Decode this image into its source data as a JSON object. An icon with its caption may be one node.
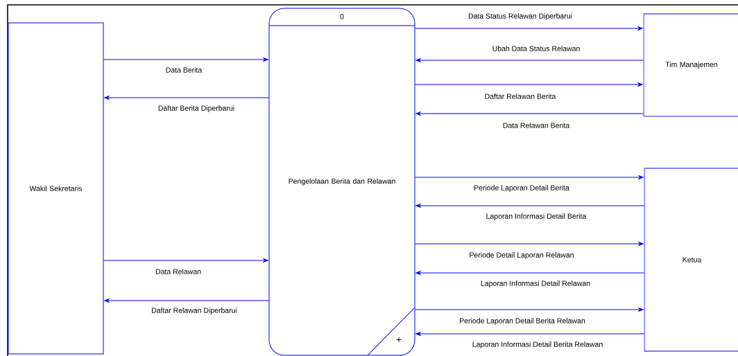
{
  "diagram": {
    "nodes": [
      {
        "text": [
          "Wakil Sekretaris"
        ]
      },
      {
        "text": [
          "0",
          "Pengelolaan Berita dan Relawan"
        ]
      },
      {
        "text": [
          "Tim Manajemen"
        ]
      },
      {
        "text": [
          "Ketua"
        ]
      }
    ],
    "edges": [
      {
        "from": 0,
        "to": 1,
        "arrow": "to",
        "label": "Data Berita"
      },
      {
        "from": 1,
        "to": 0,
        "arrow": "to",
        "label": "Daftar Berita Diperbarui"
      },
      {
        "from": 0,
        "to": 1,
        "arrow": "to",
        "label": "Data Relawan"
      },
      {
        "from": 1,
        "to": 0,
        "arrow": "to",
        "label": "Daftar Relawan Diperbarui"
      },
      {
        "from": 1,
        "to": 2,
        "arrow": "to",
        "label": "Data Status Relawan Diperbarui"
      },
      {
        "from": 2,
        "to": 1,
        "arrow": "to",
        "label": "Ubah Data Status Relawan"
      },
      {
        "from": 1,
        "to": 2,
        "arrow": "to",
        "label": "Daftar Relawan Berita"
      },
      {
        "from": 2,
        "to": 1,
        "arrow": "to",
        "label": "Data Relawan Berita"
      },
      {
        "from": 1,
        "to": 3,
        "arrow": "to",
        "label": "Periode Laporan Detail Berita"
      },
      {
        "from": 3,
        "to": 1,
        "arrow": "to",
        "label": "Laporan Informasi Detail Berita"
      },
      {
        "from": 1,
        "to": 3,
        "arrow": "to",
        "label": "Periode Detail Laporan Relawan"
      },
      {
        "from": 3,
        "to": 1,
        "arrow": "to",
        "label": "Laporan Informasi Detail Relawan"
      },
      {
        "from": 1,
        "to": 3,
        "arrow": "to",
        "label": "Periode Laporan Detail Berita Relawan"
      },
      {
        "from": 3,
        "to": 1,
        "arrow": "to",
        "label": "Laporan Informasi Detail Berita Relawan"
      }
    ],
    "labels": [
      "+"
    ]
  }
}
